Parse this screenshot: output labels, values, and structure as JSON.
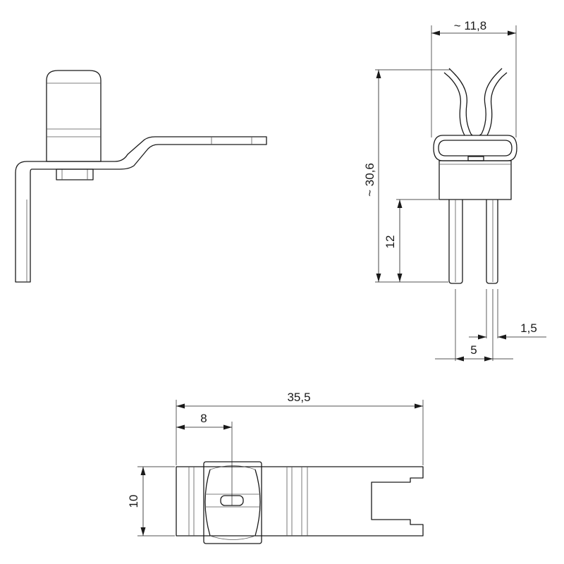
{
  "dimensions": {
    "width_top": "~ 11,8",
    "height_total": "~ 30,6",
    "pin_length": "12",
    "pin_width": "1,5",
    "pin_spacing": "5",
    "overall_length": "35,5",
    "offset": "8",
    "body_width": "10"
  }
}
